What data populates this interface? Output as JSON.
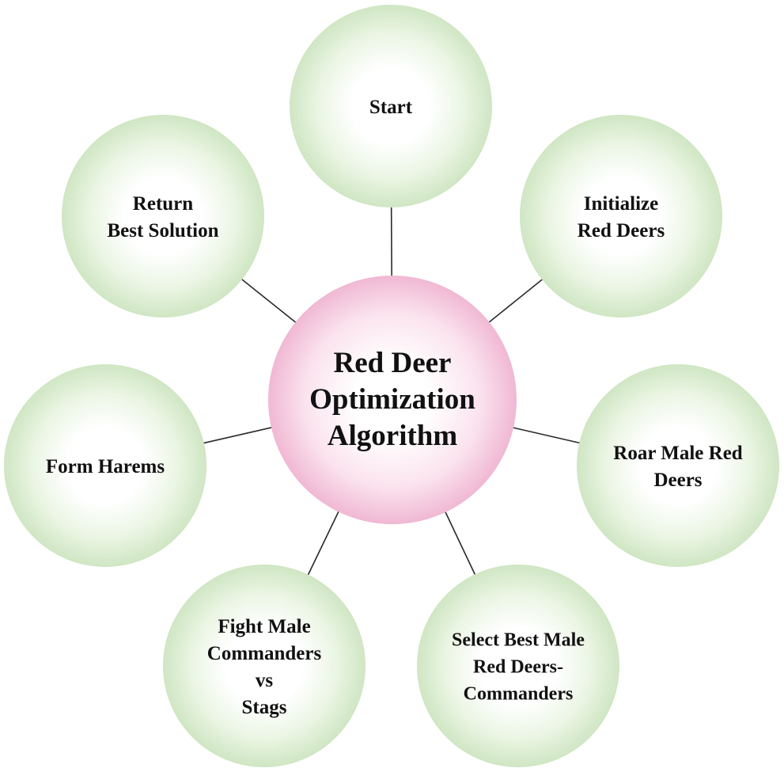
{
  "center": {
    "label_lines": [
      "Red Deer",
      "Optimization",
      "Algorithm"
    ],
    "color_edge": "#f0b8d3",
    "color_core": "#ffffff"
  },
  "nodes": [
    {
      "id": "start",
      "label_lines": [
        "Start"
      ]
    },
    {
      "id": "initialize",
      "label_lines": [
        "Initialize",
        "Red Deers"
      ]
    },
    {
      "id": "roar",
      "label_lines": [
        "Roar Male Red",
        "Deers"
      ]
    },
    {
      "id": "select",
      "label_lines": [
        "Select Best Male",
        "Red Deers-",
        "Commanders"
      ]
    },
    {
      "id": "fight",
      "label_lines": [
        "Fight Male",
        "Commanders",
        "vs",
        "Stags"
      ]
    },
    {
      "id": "form-harems",
      "label_lines": [
        "Form Harems"
      ]
    },
    {
      "id": "return",
      "label_lines": [
        "Return",
        "Best Solution"
      ]
    }
  ],
  "colors": {
    "node_edge": "#cfe6c3",
    "node_core": "#ffffff",
    "connector": "#2a2a2a",
    "text": "#111111"
  }
}
